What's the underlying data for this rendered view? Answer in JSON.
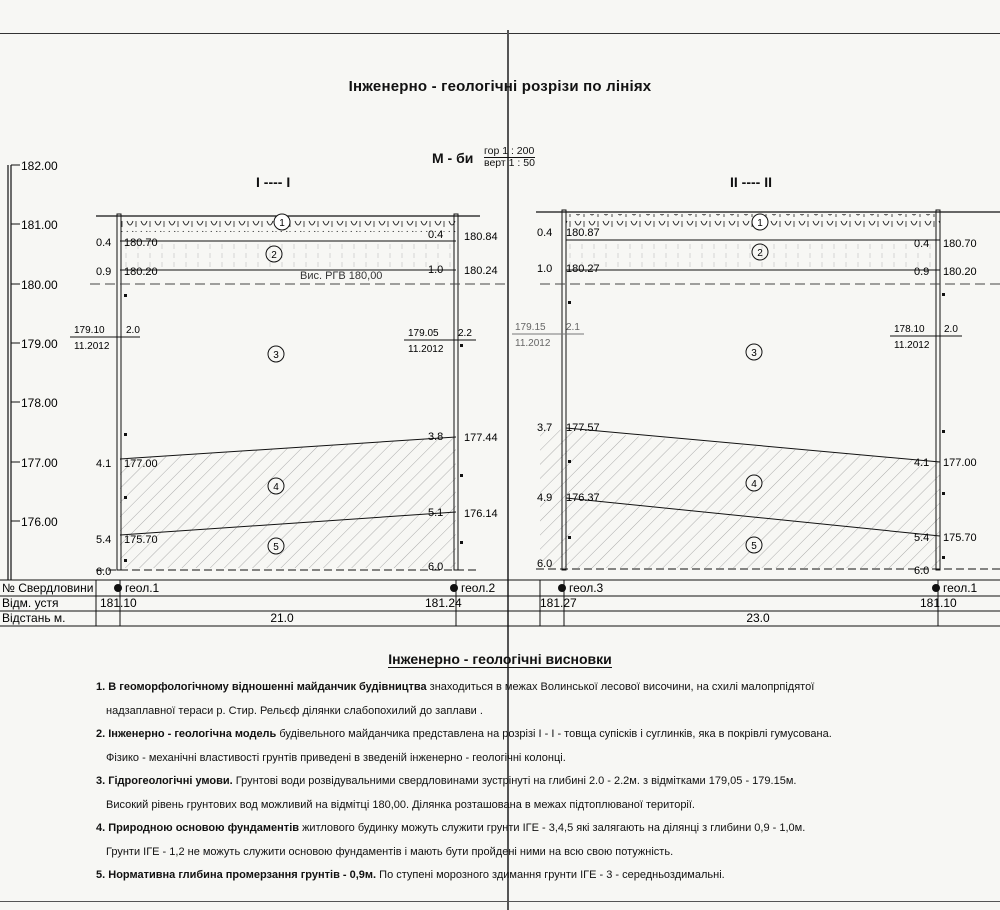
{
  "title": "Інженерно - геологічні розрізи по лініях",
  "scale": {
    "label": "М - би",
    "horizontal": "гор   1 : 200",
    "vertical": "верт 1 : 50"
  },
  "sections": [
    {
      "label": "I  ----  I"
    },
    {
      "label": "II  ----  II"
    }
  ],
  "elevation_axis": [
    "182.00",
    "181.00",
    "180.00",
    "179.00",
    "178.00",
    "177.00",
    "176.00"
  ],
  "section1": {
    "left_depths": [
      "0.4",
      "0.9",
      "4.1",
      "5.4",
      "6.0"
    ],
    "left_elevs": [
      "180.70",
      "180.20",
      "177.00",
      "175.70"
    ],
    "right_depths": [
      "0.4",
      "1.0",
      "3.8",
      "5.1",
      "6.0"
    ],
    "right_elevs": [
      "180.84",
      "180.24",
      "177.44",
      "176.14"
    ],
    "water_left": {
      "level": "179.10",
      "date": "11.2012",
      "depth": "2.0"
    },
    "water_right": {
      "level": "179.05",
      "date": "11.2012",
      "depth": "2.2"
    },
    "rgv": "Вис. РГВ 180,00"
  },
  "section2": {
    "left_depths": [
      "0.4",
      "1.0",
      "3.7",
      "4.9",
      "6.0"
    ],
    "left_elevs": [
      "180.87",
      "180.27",
      "177.57",
      "176.37"
    ],
    "right_depths": [
      "0.4",
      "0.9",
      "4.1",
      "5.4",
      "6.0"
    ],
    "right_elevs": [
      "180.70",
      "180.20",
      "177.00",
      "175.70"
    ],
    "water_left": {
      "level": "179.15",
      "date": "11.2012",
      "depth": "2.1"
    },
    "water_right": {
      "level": "178.10",
      "date": "11.2012",
      "depth": "2.0"
    }
  },
  "layers": [
    "1",
    "2",
    "3",
    "4",
    "5"
  ],
  "table": {
    "row_labels": [
      "№ Свердловини",
      "Відм. устя",
      "Відстань  м."
    ],
    "wells": [
      "геол.1",
      "геол.2",
      "геол.3",
      "геол.1"
    ],
    "elevations": [
      "181.10",
      "181.24",
      "181.27",
      "181.10"
    ],
    "distances": [
      "21.0",
      "23.0"
    ]
  },
  "conclusions": {
    "title": "Інженерно - геологічні   висновки",
    "items": [
      {
        "num": "1.",
        "bold": "В геоморфологічному відношенні майданчик будівництва",
        "text": " знаходиться в межах Волинської лесової височини, на схилі малопрпідятої",
        "cont": "надзаплавної тераси р. Стир.  Рельєф ділянки слабопохилий до заплави ."
      },
      {
        "num": "2.",
        "bold": "Інженерно - геологічна модель",
        "text": " будівельного майданчика представлена на розрізі І - І - товща супісків і суглинків, яка в покрівлі гумусована.",
        "cont": "Фізико - механічні властивості грунтів приведені в зведеній інженерно - геологічні колонці."
      },
      {
        "num": "3.",
        "bold": "Гідрогеологічні умови.",
        "text": " Грунтові води розвідувальними свердловинами зустрінуті на глибині 2.0 - 2.2м. з відмітками 179,05 - 179.15м.",
        "cont": "Високий рівень грунтових вод можливий на відмітці 180,00. Ділянка розташована в межах підтоплюваної території."
      },
      {
        "num": "4.",
        "bold": "Природною основою фундаментів",
        "text": " житлового будинку можуть служити грунти ІГЕ - 3,4,5 які залягають на ділянці з глибини 0,9 - 1,0м.",
        "cont": "Грунти ІГЕ - 1,2 не можуть служити основою фундаментів і мають бути пройдені ними на всю свою потужність."
      },
      {
        "num": "5.",
        "bold": "Нормативна глибина промерзання грунтів - 0,9м.",
        "text": " По ступені морозного здимання грунти ІГЕ - 3 - середньоздимальні.",
        "cont": ""
      }
    ]
  }
}
